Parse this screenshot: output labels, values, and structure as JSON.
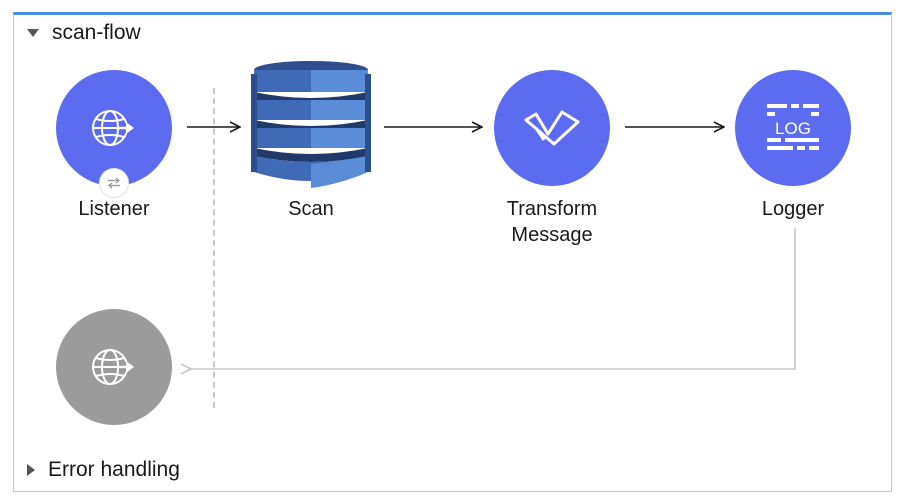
{
  "flow": {
    "title": "scan-flow",
    "error_handling_label": "Error handling"
  },
  "nodes": [
    {
      "id": "listener",
      "label": "Listener",
      "icon": "globe-arrow-icon",
      "color": "#5c6cf0"
    },
    {
      "id": "scan",
      "label": "Scan",
      "icon": "dynamodb-icon",
      "color": "#3f6ab5"
    },
    {
      "id": "transform",
      "label": "Transform Message",
      "label_lines": [
        "Transform",
        "Message"
      ],
      "icon": "dataweave-icon",
      "color": "#5c6cf0"
    },
    {
      "id": "logger",
      "label": "Logger",
      "icon": "log-icon",
      "color": "#5c6cf0"
    }
  ],
  "response_source": {
    "icon": "globe-arrow-icon",
    "color": "#9b9b9b"
  },
  "colors": {
    "frame_accent": "#4a90d9",
    "node_primary": "#5c6cf0",
    "node_disabled": "#9b9b9b",
    "dynamodb_blue": "#3f6ab5",
    "arrow": "#1a1a1a",
    "return_path": "#c9c9c9"
  }
}
